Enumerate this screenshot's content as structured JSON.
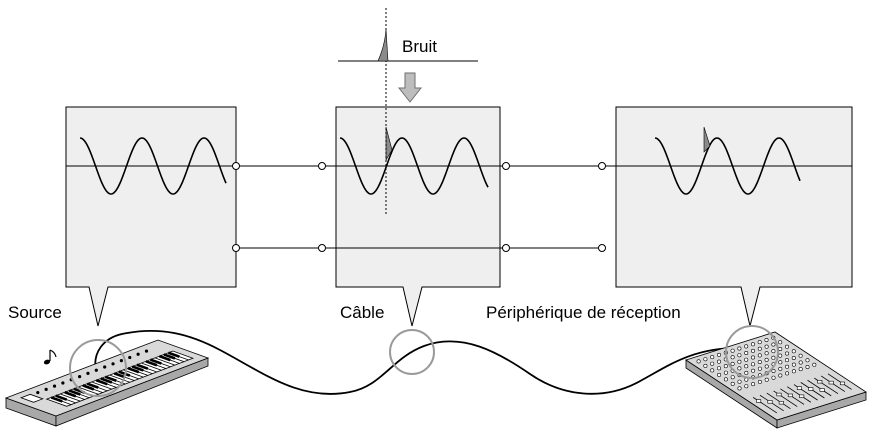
{
  "diagram": {
    "noise_label": "Bruit",
    "source_label": "Source",
    "cable_label": "Câble",
    "receiver_label": "Périphérique de réception"
  },
  "icons": {
    "noise": "noise-spike-icon",
    "arrow": "down-arrow-icon",
    "note": "music-note-icon",
    "source_device": "keyboard-synthesizer-icon",
    "receiver_device": "mixing-console-icon"
  },
  "colors": {
    "callout_fill": "#efefef",
    "noise_fill": "#8a8a8a",
    "arrow_fill": "#bdbdbd",
    "arrow_stroke": "#6e6e6e",
    "highlight_circle": "#9a9a9a",
    "device_top": "#d9d9d9",
    "device_side": "#a8a8a8"
  }
}
